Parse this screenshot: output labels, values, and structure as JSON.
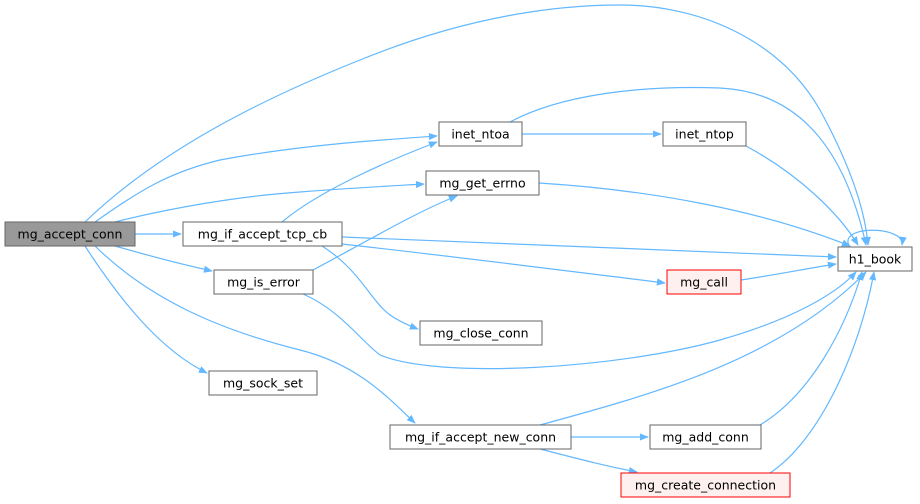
{
  "colors": {
    "edge": "#63b8ff",
    "node_border": "#666666",
    "node_fill": "#ffffff",
    "root_fill": "#999999",
    "root_border": "#666666",
    "error_border": "#ff0000",
    "error_fill": "#fff0f0"
  },
  "nodes": {
    "mg_accept_conn": {
      "label": "mg_accept_conn",
      "style": "root"
    },
    "mg_if_accept_tcp_cb": {
      "label": "mg_if_accept_tcp_cb",
      "style": "normal"
    },
    "mg_is_error": {
      "label": "mg_is_error",
      "style": "normal"
    },
    "mg_sock_set": {
      "label": "mg_sock_set",
      "style": "normal"
    },
    "inet_ntoa": {
      "label": "inet_ntoa",
      "style": "normal"
    },
    "mg_get_errno": {
      "label": "mg_get_errno",
      "style": "normal"
    },
    "mg_close_conn": {
      "label": "mg_close_conn",
      "style": "normal"
    },
    "mg_if_accept_new_conn": {
      "label": "mg_if_accept_new_conn",
      "style": "normal"
    },
    "inet_ntop": {
      "label": "inet_ntop",
      "style": "normal"
    },
    "mg_call": {
      "label": "mg_call",
      "style": "error"
    },
    "mg_add_conn": {
      "label": "mg_add_conn",
      "style": "normal"
    },
    "mg_create_connection": {
      "label": "mg_create_connection",
      "style": "error"
    },
    "h1_book": {
      "label": "h1_book",
      "style": "normal"
    }
  },
  "edges": [
    [
      "mg_accept_conn",
      "h1_book"
    ],
    [
      "mg_accept_conn",
      "inet_ntoa"
    ],
    [
      "mg_accept_conn",
      "mg_get_errno"
    ],
    [
      "mg_accept_conn",
      "mg_if_accept_tcp_cb"
    ],
    [
      "mg_accept_conn",
      "mg_is_error"
    ],
    [
      "mg_accept_conn",
      "mg_sock_set"
    ],
    [
      "mg_accept_conn",
      "mg_if_accept_new_conn"
    ],
    [
      "inet_ntoa",
      "inet_ntop"
    ],
    [
      "inet_ntoa",
      "h1_book"
    ],
    [
      "inet_ntop",
      "h1_book"
    ],
    [
      "mg_get_errno",
      "h1_book"
    ],
    [
      "mg_if_accept_tcp_cb",
      "inet_ntoa"
    ],
    [
      "mg_if_accept_tcp_cb",
      "h1_book"
    ],
    [
      "mg_if_accept_tcp_cb",
      "mg_call"
    ],
    [
      "mg_if_accept_tcp_cb",
      "mg_close_conn"
    ],
    [
      "mg_is_error",
      "mg_get_errno"
    ],
    [
      "mg_is_error",
      "h1_book"
    ],
    [
      "mg_call",
      "h1_book"
    ],
    [
      "mg_if_accept_new_conn",
      "h1_book"
    ],
    [
      "mg_if_accept_new_conn",
      "mg_add_conn"
    ],
    [
      "mg_if_accept_new_conn",
      "mg_create_connection"
    ],
    [
      "mg_add_conn",
      "h1_book"
    ],
    [
      "mg_create_connection",
      "h1_book"
    ],
    [
      "h1_book",
      "h1_book"
    ]
  ]
}
